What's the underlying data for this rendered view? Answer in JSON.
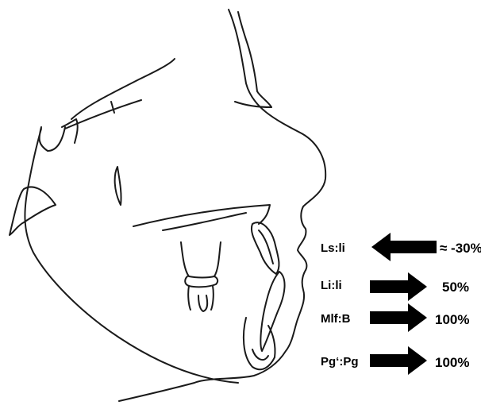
{
  "ratios": [
    {
      "label": "Ls:li",
      "value": "≈ -30%",
      "direction": "left"
    },
    {
      "label": "Li:li",
      "value": "50%",
      "direction": "right"
    },
    {
      "label": "Mlf:B",
      "value": "100%",
      "direction": "right"
    },
    {
      "label": "Pg‘:Pg",
      "value": "100%",
      "direction": "right"
    }
  ],
  "colors": {
    "line": "#1a1a1a",
    "arrow": "#000000",
    "background": "#ffffff"
  }
}
